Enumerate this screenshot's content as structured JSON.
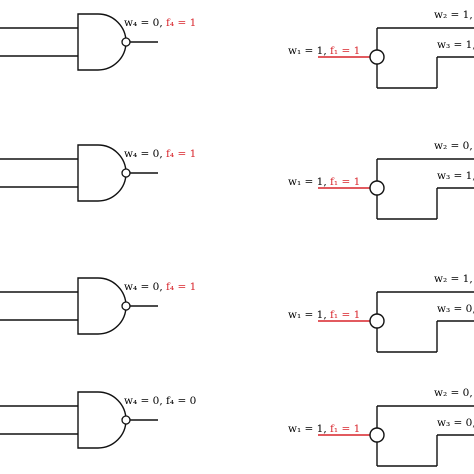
{
  "colors": {
    "line": "#111111",
    "highlight": "#d8232a",
    "background": "#ffffff"
  },
  "rows": [
    {
      "gate_label": {
        "w": "w₄ = 0, ",
        "f": "f₄ = 1",
        "f_highlight": true
      },
      "input_label": {
        "w": "w₁ = 1, ",
        "f": "f₁ = 1"
      },
      "top_label": "w₂ = 1, .",
      "mid_label": "w₃ = 1, ."
    },
    {
      "gate_label": {
        "w": "w₄ = 0, ",
        "f": "f₄ = 1",
        "f_highlight": true
      },
      "input_label": {
        "w": "w₁ = 1, ",
        "f": "f₁ = 1"
      },
      "top_label": "w₂ = 0, .",
      "mid_label": "w₃ = 1, ."
    },
    {
      "gate_label": {
        "w": "w₄ = 0, ",
        "f": "f₄ = 1",
        "f_highlight": true
      },
      "input_label": {
        "w": "w₁ = 1, ",
        "f": "f₁ = 1"
      },
      "top_label": "w₂ = 1, .",
      "mid_label": "w₃ = 0, ."
    },
    {
      "gate_label": {
        "w": "w₄ = 0, ",
        "f": "f₄ = 0",
        "f_highlight": false
      },
      "input_label": {
        "w": "w₁ = 1, ",
        "f": "f₁ = 1"
      },
      "top_label": "w₂ = 0, .",
      "mid_label": "w₃ = 0, ."
    }
  ]
}
